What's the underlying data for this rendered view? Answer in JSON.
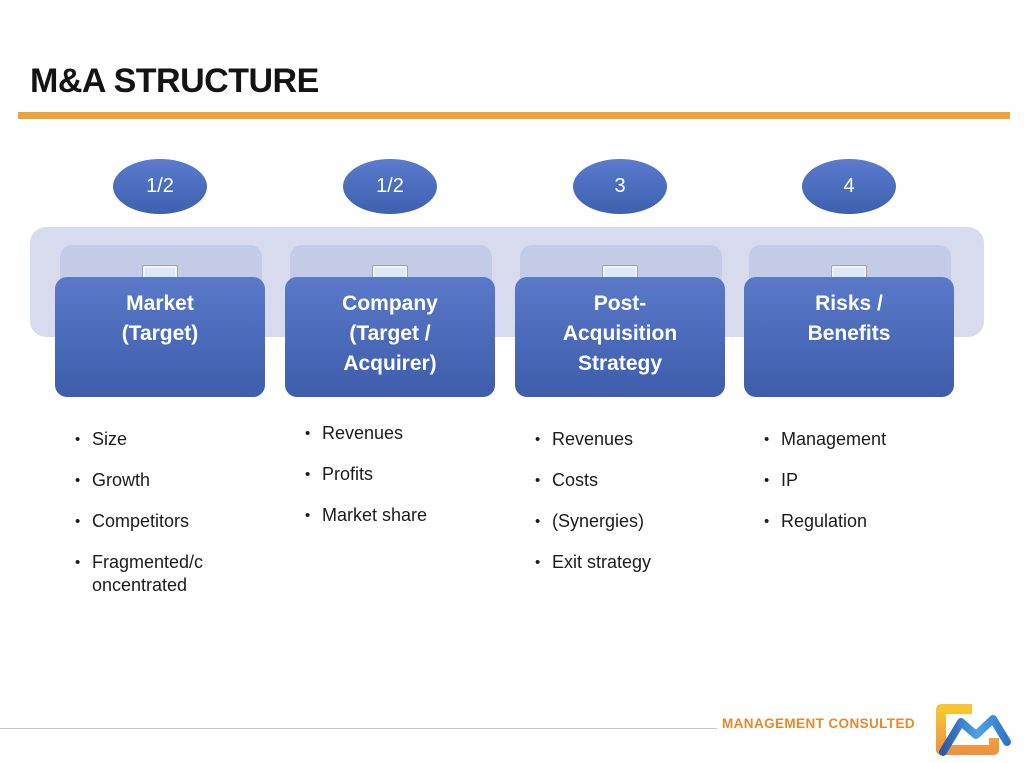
{
  "slide": {
    "title": "M&A STRUCTURE"
  },
  "columns": [
    {
      "step": "1/2",
      "title": "Market\n(Target)",
      "bullets": [
        "Size",
        "Growth",
        "Competitors",
        "Fragmented/c\noncentrated"
      ]
    },
    {
      "step": "1/2",
      "title": "Company\n(Target /\nAcquirer)",
      "bullets": [
        "Revenues",
        "Profits",
        "Market share"
      ]
    },
    {
      "step": "3",
      "title": "Post-\nAcquisition\nStrategy",
      "bullets": [
        "Revenues",
        "Costs",
        "(Synergies)",
        "Exit strategy"
      ]
    },
    {
      "step": "4",
      "title": "Risks /\nBenefits",
      "bullets": [
        "Management",
        "IP",
        "Regulation"
      ]
    }
  ],
  "footer": {
    "brand": "MANAGEMENT CONSULTED"
  },
  "colors": {
    "accent_orange_rule": "#E9A23C",
    "step_and_card_blue": "#4767B6",
    "card_layer_blue": "#C3CBE7",
    "band_lavender": "#D8DBED",
    "brand_orange": "#E8872B",
    "logo_orange": "#EF9340",
    "logo_blue": "#4FA0E9"
  },
  "icons": {
    "card_tab": "photo-placeholder-icon",
    "logo": "brand-logo-icon"
  },
  "bullet_glyph": "•"
}
